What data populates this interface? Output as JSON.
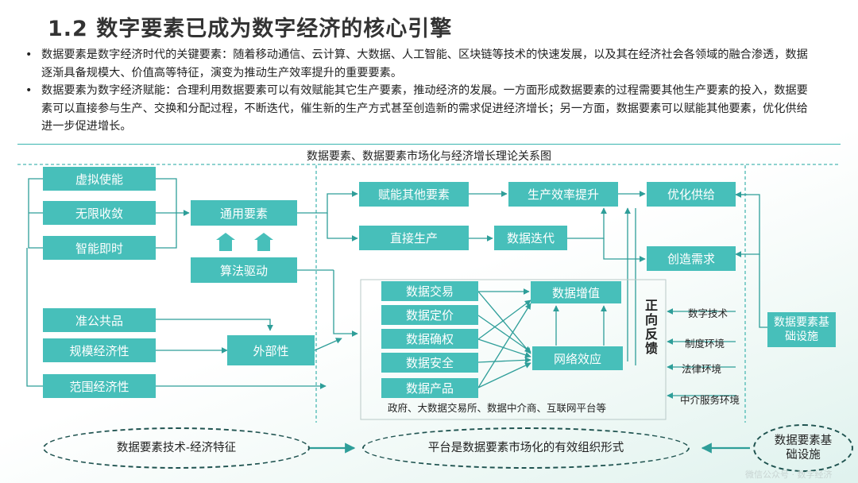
{
  "title": "1.2 数字要素已成为数字经济的核心引擎",
  "bullets": [
    {
      "symbol": "•",
      "text": "数据要素是数字经济时代的关键要素：随着移动通信、云计算、大数据、人工智能、区块链等技术的快速发展，以及其在经济社会各领域的融合渗透，数据逐渐具备规模大、价值高等特征，演变为推动生产效率提升的重要要素。"
    },
    {
      "symbol": "•",
      "text": "数据要素为数字经济赋能：合理利用数据要素可以有效赋能其它生产要素，推动经济的发展。一方面形成数据要素的过程需要其他生产要素的投入，数据要素可以直接参与生产、交换和分配过程，不断迭代，催生新的生产方式甚至创造新的需求促进经济增长；另一方面，数据要素可以赋能其他要素，优化供给进一步促进增长。"
    }
  ],
  "diagram": {
    "title": "数据要素、数据要素市场化与经济增长理论关系图",
    "left_top": [
      "虚拟使能",
      "无限收敛",
      "智能即时"
    ],
    "general": "通用要素",
    "algo": "算法驱动",
    "left_bottom": [
      "准公共品",
      "规模经济性",
      "范围经济性"
    ],
    "external": "外部性",
    "enable": "赋能其他要素",
    "efficiency": "生产效率提升",
    "supply": "优化供给",
    "direct": "直接生产",
    "iterate": "数据迭代",
    "demand": "创造需求",
    "platform_items": [
      "数据交易",
      "数据定价",
      "数据确权",
      "数据安全",
      "数据产品"
    ],
    "value_add": "数据增值",
    "network": "网络效应",
    "platform_caption": "政府、大数据交易所、数据中介商、互联网平台等",
    "feedback": [
      "正",
      "向",
      "反",
      "馈"
    ],
    "env_labels": [
      "数字技术",
      "制度环境",
      "法律环境",
      "中介服务环境"
    ],
    "infra": "数据要素基础设施"
  },
  "bottom": {
    "left": "数据要素技术-经济特征",
    "middle": "平台是数据要素市场化的有效组织形式",
    "right": "数据要素基础设施"
  },
  "watermark": "微信公众号 · 数字经济",
  "colors": {
    "box": "#47bfba",
    "line": "#38b5b0",
    "ellipse": "#1f5350",
    "arrow": "#2e9e99"
  }
}
